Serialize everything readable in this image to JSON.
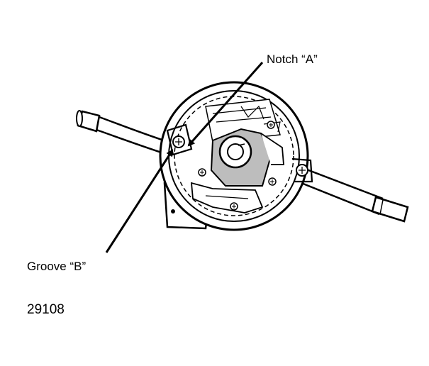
{
  "labels": {
    "notch_a": "Notch “A”",
    "groove_b": "Groove “B”"
  },
  "figure_number": "29108",
  "colors": {
    "ink": "#000000",
    "paper": "#ffffff",
    "shade": "#bdbdbd"
  }
}
